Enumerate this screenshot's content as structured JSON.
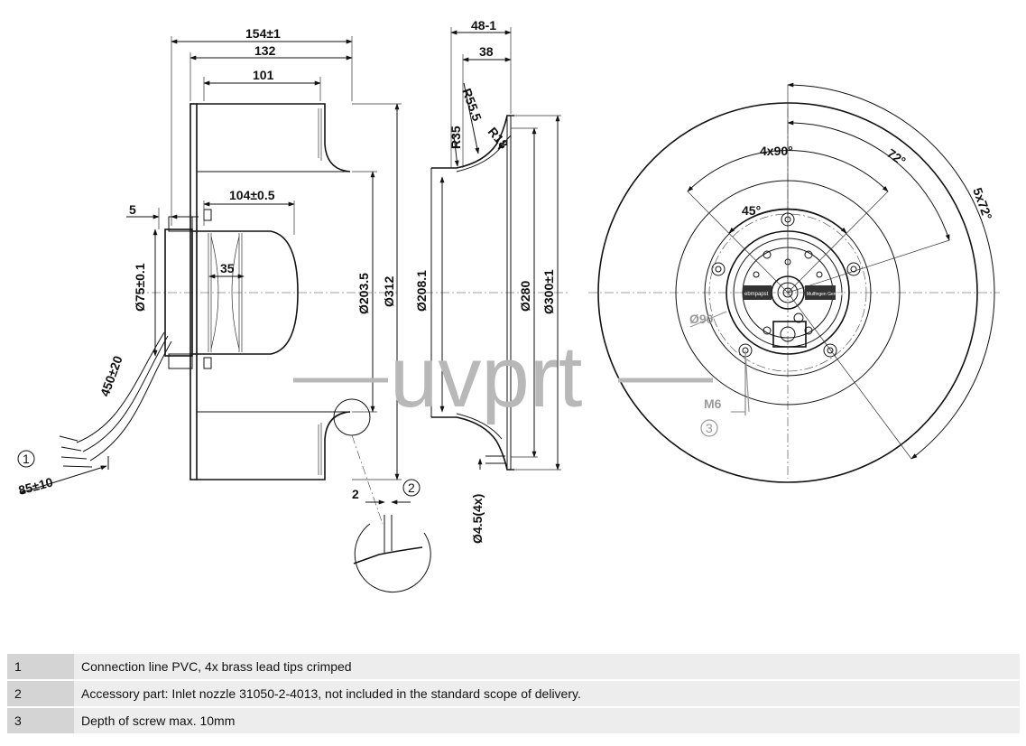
{
  "watermark": "uvprt",
  "dimensions": {
    "d154": "154±1",
    "d132": "132",
    "d101": "101",
    "d104": "104±0.5",
    "d35": "35",
    "d5": "5",
    "d75": "Ø75±0.1",
    "d203": "Ø203.5",
    "d312": "Ø312",
    "d450": "450±20",
    "d85": "85±10",
    "d2": "2",
    "d48": "48-1",
    "d38": "38",
    "r55": "R55.5",
    "r35": "R35",
    "r18": "R18",
    "d208": "Ø208.1",
    "d280": "Ø280",
    "d300": "Ø300±1",
    "d45hole": "Ø4.5(4x)",
    "a4x90": "4x90°",
    "a72": "72°",
    "a5x72": "5x72°",
    "a45": "45°",
    "d90": "Ø90",
    "m6": "M6"
  },
  "callouts": {
    "c1": "1",
    "c2": "2",
    "c3": "3"
  },
  "label_text": {
    "brand": "ebmpapst",
    "origin": "Mulfingen Germany"
  },
  "notes": [
    {
      "num": "1",
      "text": "Connection line PVC, 4x brass lead tips crimped"
    },
    {
      "num": "2",
      "text": "Accessory part: Inlet nozzle 31050-2-4013, not included in the standard scope of delivery."
    },
    {
      "num": "3",
      "text": "Depth of screw max. 10mm"
    }
  ]
}
